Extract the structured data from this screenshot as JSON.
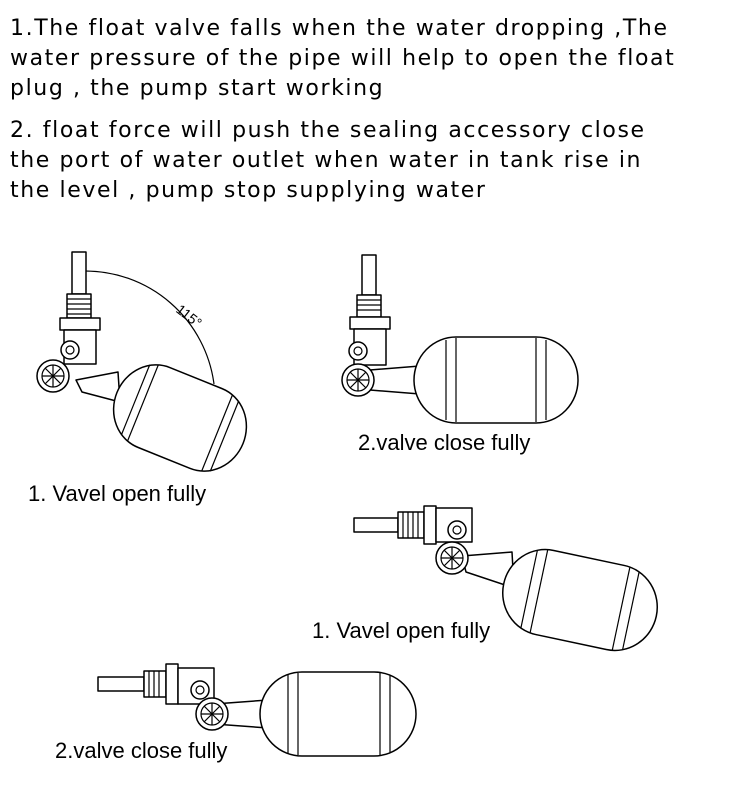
{
  "instructions": {
    "line1": [
      "1.The float valve falls when the water dropping  ,The",
      "water  pressure of the pipe will help to open the float",
      "plug , the pump start  working"
    ],
    "line2": [
      "2. float force will push the sealing accessory close",
      "the port of water outlet when water in tank rise in",
      "the level , pump stop supplying water"
    ]
  },
  "figures": [
    {
      "caption": "1. Vavel  open fully",
      "angle_label": "115°"
    },
    {
      "caption": "2.valve close fully"
    },
    {
      "caption": "1. Vavel  open fully"
    },
    {
      "caption": "2.valve close fully"
    }
  ]
}
